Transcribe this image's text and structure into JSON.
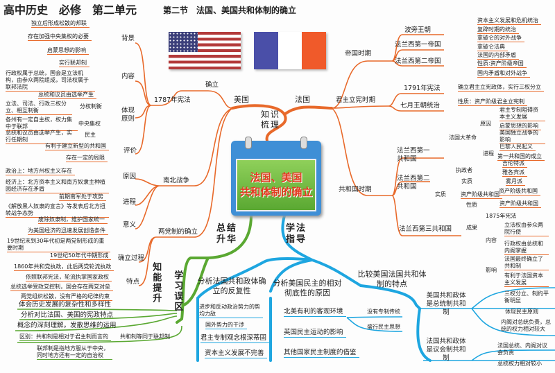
{
  "header": {
    "title": "高中历史　必修　第二单元",
    "section": "第二节　法国、美国共和体制的确立"
  },
  "center": {
    "line1": "法国、美国",
    "line2": "共和体制的确立"
  },
  "hubs": {
    "knowledge": "知识梳理",
    "summary": "总结升华",
    "method": "学法指导"
  },
  "colors": {
    "knowledge": "#e8692a",
    "summary": "#5aa832",
    "method": "#1ea6e0"
  },
  "usa": {
    "label": "美国",
    "establish": "确立",
    "constitution": "1787年宪法",
    "background": {
      "label": "背景",
      "items": [
        "独立后形成松散的邦联",
        "存在加强中央集权的必要",
        "启蒙思想的影响"
      ]
    },
    "content": {
      "label": "内容",
      "items": [
        "实行联邦制",
        "行政权属于总统，国会是立法机构，由参众两院组成，司法权属于联邦法院",
        "总统和议员由选举产生"
      ]
    },
    "principles": {
      "label": "体现原则",
      "checks": {
        "label": "分权制衡",
        "text": "立法、司法、行政三权分立、相互制衡"
      },
      "central": {
        "label": "中央集权",
        "text": "各州有一定自主权，权力集中于联邦"
      },
      "democracy": {
        "label": "民主",
        "text": "总统和议员由选举产生，实行任期制"
      }
    },
    "evaluation": {
      "label": "评价",
      "items": [
        "有利于建立新型的共和国",
        "存在一定的局限"
      ]
    },
    "civil_war": {
      "label": "南北战争",
      "cause": {
        "label": "原因",
        "items": [
          "政治上：地方州权主义存在",
          "经济上：北方资本主义和南方奴隶主种植园经济存在矛盾"
        ]
      },
      "process": {
        "label": "进程",
        "items": [
          "前期南军处于攻势",
          "《解放黑人奴隶的宣言》等发表后北方扭转战争态势"
        ]
      },
      "significance": {
        "label": "意义",
        "items": [
          "废除奴隶制，维护国家统一",
          "为美国经济的迅速发展创造条件"
        ]
      }
    },
    "two_party": {
      "label": "两党制的确立",
      "intro": "19世纪末到30年代初是两党制形成的重要时期",
      "process": {
        "label": "确立过程",
        "items": [
          "19世纪50年代中期形成",
          "1860年共和党执政，此后两党轮流执政"
        ]
      },
      "features": {
        "label": "特点",
        "items": [
          "依照联邦宪法，轮流执掌国家政权",
          "总统选举受政党控制，国会存在两党对垒",
          "两党组织松散，没有严格的纪律约束"
        ]
      }
    }
  },
  "france": {
    "label": "法国",
    "empire": {
      "label": "帝国时期",
      "bourbon": "波旁王朝",
      "first_empire": "法兰西第一帝国",
      "second_empire": "法兰西第二帝国",
      "details": [
        "资本主义发展和危机统治",
        "复辟时期的统治",
        "拿破仑的对外战争",
        "拿破仑法典",
        "法国的内部矛盾",
        "性质:资产阶级帝国",
        "国内矛盾和对外战争"
      ]
    },
    "constitutional": {
      "label": "君主立宪时期",
      "c1791": {
        "label": "1791年宪法",
        "text": "确立君主立宪政体，实行三权分立"
      },
      "july": {
        "label": "七月王朝统治",
        "text": "性质：资产阶级君主立宪制"
      }
    },
    "republic": {
      "label": "共和国时期",
      "first": {
        "label": "法兰西第一共和国",
        "revolution": "法国大革命",
        "cause_label": "原因",
        "causes": [
          "君主专制阻碍资本主义发展",
          "启蒙思想的影响",
          "美国独立战争的影响"
        ],
        "process_label": "进程",
        "process": [
          "巴黎人民起义",
          "第一共和国的成立"
        ],
        "rulers_label": "执政者",
        "rulers": [
          "吉伦特派",
          "雅各宾派",
          "雾月派"
        ],
        "essence_label": "实质",
        "essence": "资产阶级共和国"
      },
      "second": {
        "label": "法兰西第二共和国",
        "essence_label": "实质",
        "essence": "资产阶级共和国"
      },
      "third": {
        "label": "法兰西第三共和国",
        "nature_label": "性质",
        "nature": "资产阶级共和国",
        "achievements_label": "成果",
        "constitution": "1875年宪法",
        "content_label": "内容",
        "content": [
          "立法权由参众两院行使",
          "行政权由总统和内阁掌握"
        ],
        "impact_label": "影响",
        "impact": [
          "法国最终确立了共和制",
          "有利于法国资本主义发展"
        ]
      }
    }
  },
  "summary": {
    "ability": {
      "label": "知能提升",
      "items": [
        "体会历史发展的复杂性和多样性",
        "分析对比法国、美国的宪政特点",
        "概念的深刻理解，发散思维的运用"
      ]
    },
    "misconception": {
      "label": "学习误区",
      "topic": "共和制等同于联邦制",
      "items": [
        "区别：共和制是相对于君主制而言的",
        "联邦制是指地方服从于中央，同时地方还有一定的自治权"
      ]
    }
  },
  "method": {
    "france_analysis": {
      "label": "分析法国共和政体确立的反复性",
      "items": [
        "进步和反动政治势力的势均力敌",
        "国外势力的干涉",
        "君主专制观念根深蒂固",
        "资本主义发展不完善"
      ]
    },
    "us_analysis": {
      "label": "分析美国民主的相对彻底性的原因",
      "items": [
        "北美有利的客观环境",
        "英国民主运动的影响",
        "其他国家民主制度的借鉴"
      ],
      "env_details": [
        "没有专制传统",
        "盛行民主思想"
      ]
    },
    "compare": {
      "label": "比较美国法国共和体制的特点",
      "us": {
        "label": "美国共和政体是总统制共和制",
        "items": [
          "三权分立、制约平衡明显",
          "体现民主原则",
          "内阁对总统负责，总统的权力相对较大"
        ]
      },
      "fr": {
        "label": "法国共和政体是议会制共和制",
        "items": [
          "法国总统、内阁对议会负责",
          "总统权力相对较小"
        ]
      }
    }
  }
}
